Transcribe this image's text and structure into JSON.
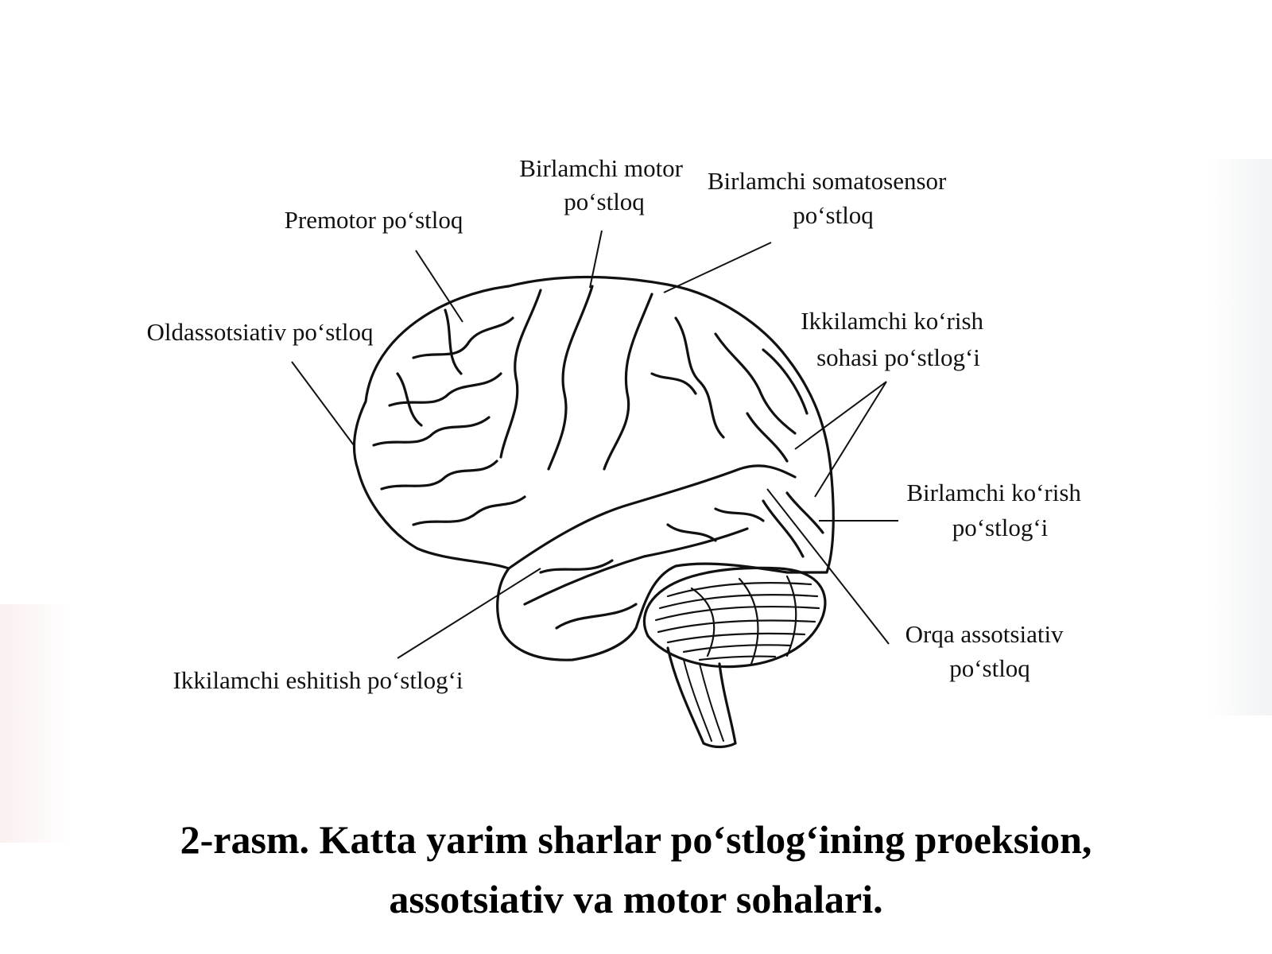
{
  "labels": {
    "birlamchi_motor": [
      "Birlamchi motor",
      "po‘stloq"
    ],
    "premotor": [
      "Premotor po‘stloq"
    ],
    "somatosensor": [
      "Birlamchi somatosensor",
      "po‘stloq"
    ],
    "oldassotsiativ": [
      "Oldassotsiativ po‘stloq"
    ],
    "ikkilamchi_korish": [
      "Ikkilamchi ko‘rish",
      "sohasi po‘stlog‘i"
    ],
    "birlamchi_korish": [
      "Birlamchi ko‘rish",
      "po‘stlog‘i"
    ],
    "orqa_assotsiativ": [
      "Orqa assotsiativ",
      "po‘stloq"
    ],
    "ikkilamchi_eshitish": [
      "Ikkilamchi eshitish po‘stlog‘i"
    ]
  },
  "caption": {
    "line1": "2-rasm. Katta yarim sharlar po‘stlog‘ining proeksion,",
    "line2": "assotsiativ va motor sohalari."
  },
  "colors": {
    "ink": "#111111",
    "background": "#ffffff"
  }
}
